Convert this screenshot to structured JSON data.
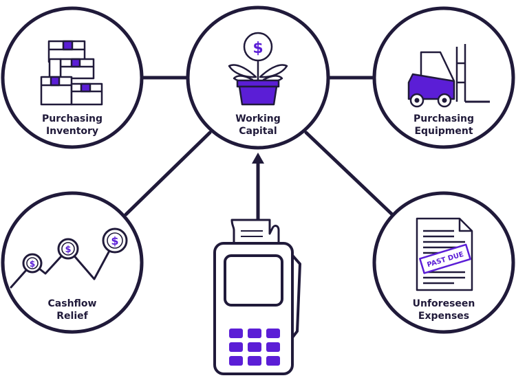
{
  "colors": {
    "ink": "#201a3a",
    "accent": "#5b1ed6",
    "background": "#ffffff"
  },
  "nodes": {
    "inventory": {
      "line1": "Purchasing",
      "line2": "Inventory",
      "icon": "boxes-icon"
    },
    "capital": {
      "line1": "Working",
      "line2": "Capital",
      "icon": "money-plant-icon"
    },
    "equipment": {
      "line1": "Purchasing",
      "line2": "Equipment",
      "icon": "forklift-icon"
    },
    "cashflow": {
      "line1": "Cashflow",
      "line2": "Relief",
      "icon": "rising-coins-graph-icon"
    },
    "expenses": {
      "line1": "Unforeseen",
      "line2": "Expenses",
      "icon": "past-due-bill-icon"
    }
  },
  "symbols": {
    "dollar": "$"
  },
  "stamp": {
    "text": "PAST DUE"
  },
  "terminal": {
    "icon": "card-terminal-icon"
  }
}
